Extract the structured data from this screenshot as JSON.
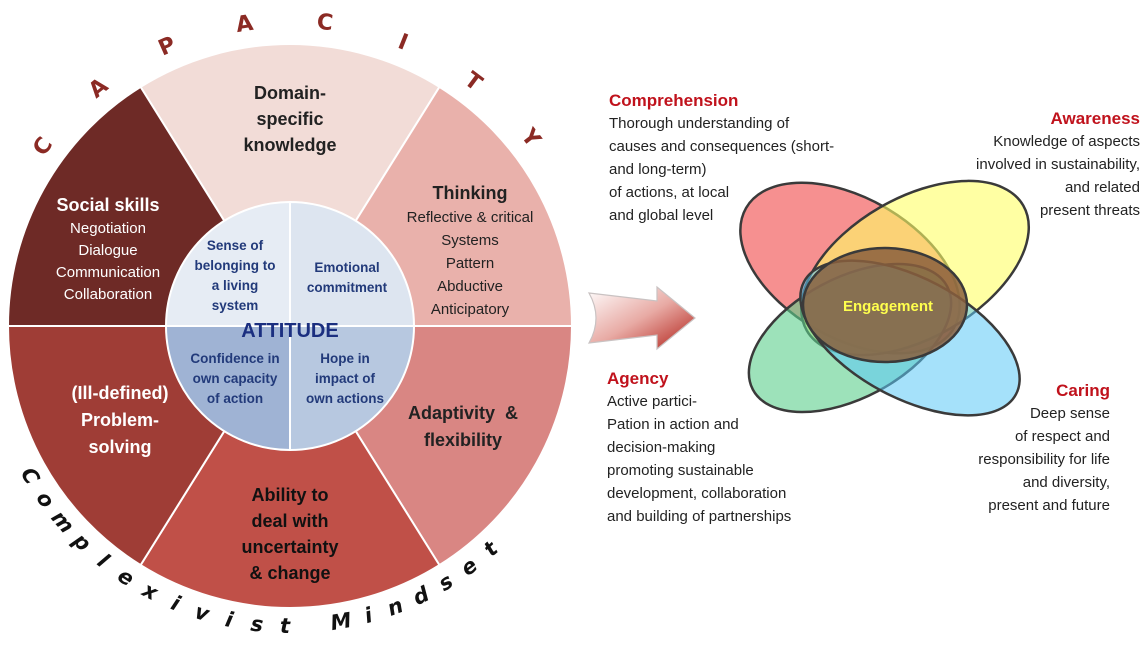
{
  "colors": {
    "domain": "#f2dcd7",
    "thinking": "#e9b1ab",
    "adaptivity": "#d98683",
    "uncertainty": "#c05048",
    "problem": "#9f3d36",
    "social": "#6e2a26",
    "arc_text": "#8b2a24",
    "heading_red": "#c0121c",
    "attitude_blue": "#1b2f80",
    "inner_text": "#223a7a"
  },
  "wheel": {
    "capacity_letters": [
      "C",
      "A",
      "P",
      "A",
      "C",
      "I",
      "T",
      "Y"
    ],
    "mindset_letters": [
      "C",
      "o",
      "m",
      "p",
      "l",
      "e",
      "x",
      "i",
      "v",
      "i",
      "s",
      "t",
      " ",
      "M",
      "i",
      "n",
      "d",
      "s",
      "e",
      "t"
    ],
    "attitude_label": "ATTITUDE",
    "segments": [
      {
        "id": "domain",
        "title": [
          "Domain-",
          "specific",
          "knowledge"
        ],
        "items": []
      },
      {
        "id": "thinking",
        "title": [
          "Thinking"
        ],
        "items": [
          "Reflective & critical",
          "Systems",
          "Pattern",
          "Abductive",
          "Anticipatory"
        ]
      },
      {
        "id": "adaptivity",
        "title": [
          "Adaptivity  &",
          "flexibility"
        ],
        "items": []
      },
      {
        "id": "uncertainty",
        "title": [
          "Ability to",
          "deal with",
          "uncertainty",
          "& change"
        ],
        "items": []
      },
      {
        "id": "problem",
        "title": [
          "(Ill-defined)",
          "Problem-",
          "solving"
        ],
        "items": []
      },
      {
        "id": "social",
        "title": [
          "Social skills"
        ],
        "items": [
          "Negotiation",
          "Dialogue",
          "Communication",
          "Collaboration"
        ]
      }
    ],
    "inner": [
      {
        "id": "belonging",
        "lines": [
          "Sense of",
          "belonging to",
          "a living",
          "system"
        ]
      },
      {
        "id": "emotional",
        "lines": [
          "Emotional",
          "commitment"
        ]
      },
      {
        "id": "confidence",
        "lines": [
          "Confidence in",
          "own capacity",
          "of action"
        ]
      },
      {
        "id": "hope",
        "lines": [
          "Hope in",
          "impact of",
          "own actions"
        ]
      }
    ]
  },
  "venn": {
    "center_label": "Engagement",
    "comprehension": {
      "title": "Comprehension",
      "lines": [
        "Thorough understanding of",
        "causes and consequences (short-",
        "and long-term)",
        "of actions, at local",
        "and global level"
      ]
    },
    "awareness": {
      "title": "Awareness",
      "lines": [
        "Knowledge of aspects",
        "involved in sustainability,",
        "and related",
        "present threats"
      ]
    },
    "agency": {
      "title": "Agency",
      "lines": [
        "Active partici-",
        "Pation in action and",
        "decision-making",
        "promoting sustainable",
        "development, collaboration",
        "and building of partnerships"
      ]
    },
    "caring": {
      "title": "Caring",
      "lines": [
        "Deep sense",
        "of respect and",
        "responsibility for life",
        "and diversity,",
        "present and future"
      ]
    }
  }
}
